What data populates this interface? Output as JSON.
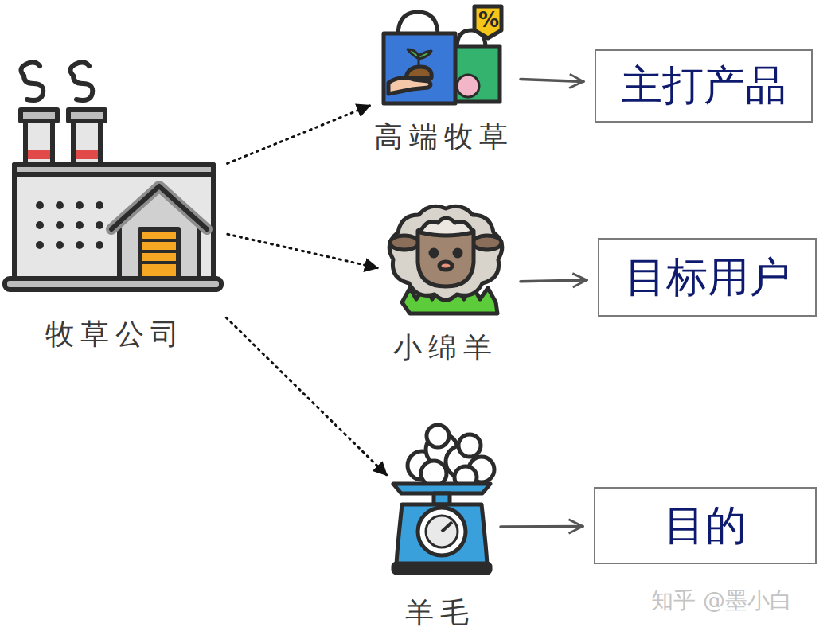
{
  "diagram": {
    "nodes": [
      {
        "text": [
          "牧草公司"
        ]
      },
      {
        "text": [
          "高端牧草"
        ]
      },
      {
        "text": [
          "主打产品"
        ]
      },
      {
        "text": [
          "小绵羊"
        ]
      },
      {
        "text": [
          "目标用户"
        ]
      },
      {
        "text": [
          "羊毛"
        ]
      },
      {
        "text": [
          "目的"
        ]
      }
    ],
    "edges": [
      {
        "from": 0,
        "to": 1,
        "arrow": "to"
      },
      {
        "from": 0,
        "to": 3,
        "arrow": "to"
      },
      {
        "from": 0,
        "to": 5,
        "arrow": "to"
      },
      {
        "from": 1,
        "to": 2,
        "arrow": "to"
      },
      {
        "from": 3,
        "to": 4,
        "arrow": "to"
      },
      {
        "from": 5,
        "to": 6,
        "arrow": "to"
      }
    ],
    "labels": [
      "%",
      "知乎 @墨小白"
    ]
  }
}
